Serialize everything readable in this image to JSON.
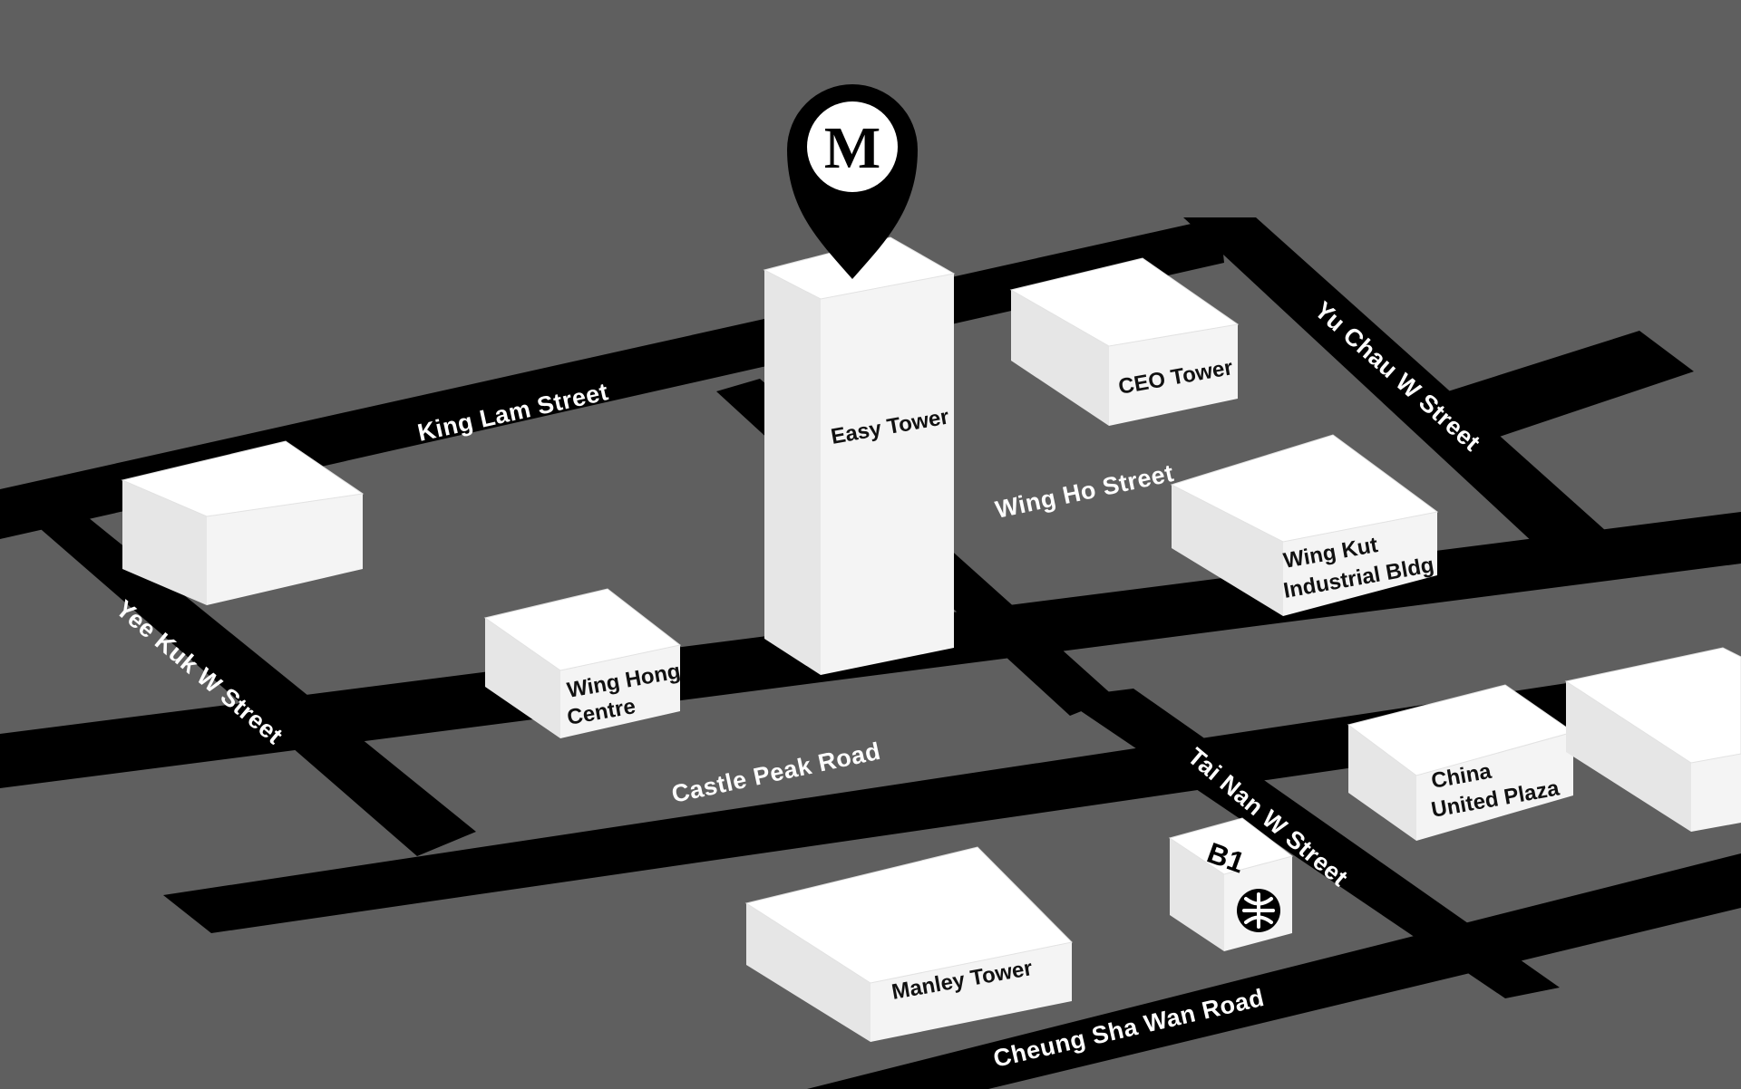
{
  "marker": {
    "letter": "M"
  },
  "roads": {
    "king_lam": "King Lam Street",
    "yu_chau_w": "Yu Chau W Street",
    "wing_ho": "Wing Ho Street",
    "yee_kuk_w": "Yee Kuk W Street",
    "castle_peak": "Castle Peak Road",
    "tai_nan_w": "Tai Nan W Street",
    "cheung_sha_wan": "Cheung Sha Wan Road"
  },
  "buildings": {
    "easy_tower": "Easy Tower",
    "ceo_tower": "CEO Tower",
    "wing_kut_line1": "Wing Kut",
    "wing_kut_line2": "Industrial Bldg",
    "wing_hong_line1": "Wing Hong",
    "wing_hong_line2": "Centre",
    "china_united_line1": "China",
    "china_united_line2": "United Plaza",
    "manley_tower": "Manley Tower"
  },
  "mtr_exit": {
    "label": "B1",
    "icon": "mtr-logo-icon"
  },
  "colors": {
    "background": "#5f5f5f",
    "road": "#000000",
    "building": "#ffffff"
  }
}
